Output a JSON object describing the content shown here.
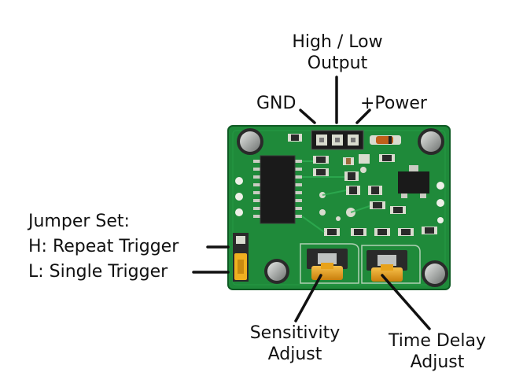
{
  "labels": {
    "high_low_output": [
      "High / Low",
      "Output"
    ],
    "gnd": "GND",
    "power": "+Power",
    "jumper": [
      "Jumper Set:",
      "H: Repeat Trigger",
      "L: Single Trigger"
    ],
    "sensitivity": [
      "Sensitivity",
      "Adjust"
    ],
    "time_delay": [
      "Time Delay",
      "Adjust"
    ]
  },
  "colors": {
    "pcb": "#1f8a3a",
    "pcb_dark": "#156a2b",
    "pad": "#d9dccf",
    "ic": "#1a1a1a",
    "pot_body": "#e8a21a",
    "pot_base": "#2a2a2a",
    "jumper": "#f0b020",
    "cap_top": "#bfc2c0",
    "line": "#111111"
  }
}
